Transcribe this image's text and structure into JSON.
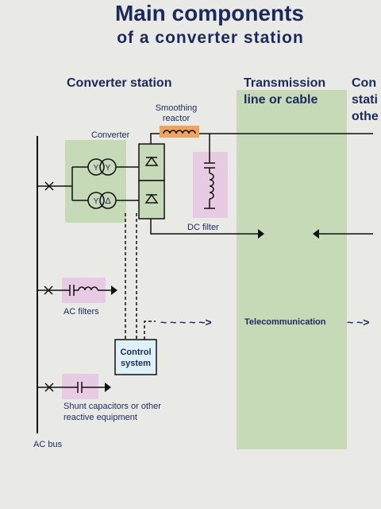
{
  "title": {
    "line1": "Main components",
    "line2": "of a converter station"
  },
  "headers": {
    "converter_station": "Converter station",
    "transmission_line1": "Transmission",
    "transmission_line2": "line or cable",
    "other_line1": "Con",
    "other_line2": "stati",
    "other_line3": "othe"
  },
  "labels": {
    "smoothing1": "Smoothing",
    "smoothing2": "reactor",
    "converter": "Converter",
    "dc_filter": "DC filter",
    "ac_filters": "AC filters",
    "control1": "Control",
    "control2": "system",
    "telecom": "Telecommunication",
    "shunt1": "Shunt capacitors or other",
    "shunt2": "reactive equipment",
    "ac_bus": "AC bus"
  },
  "symbols": {
    "y": "Y",
    "delta": "Δ",
    "tilde_row": "~ ~ ~ ~ ~>",
    "tilde_short": "~ ~>"
  },
  "colors": {
    "background": "#e9e9e6",
    "green_zone": "#c6dab7",
    "pink_zone": "#e6cbe3",
    "reactor_orange": "#f0a35e",
    "control_box": "#dff0f6",
    "text_blue": "#1b2a5c"
  }
}
